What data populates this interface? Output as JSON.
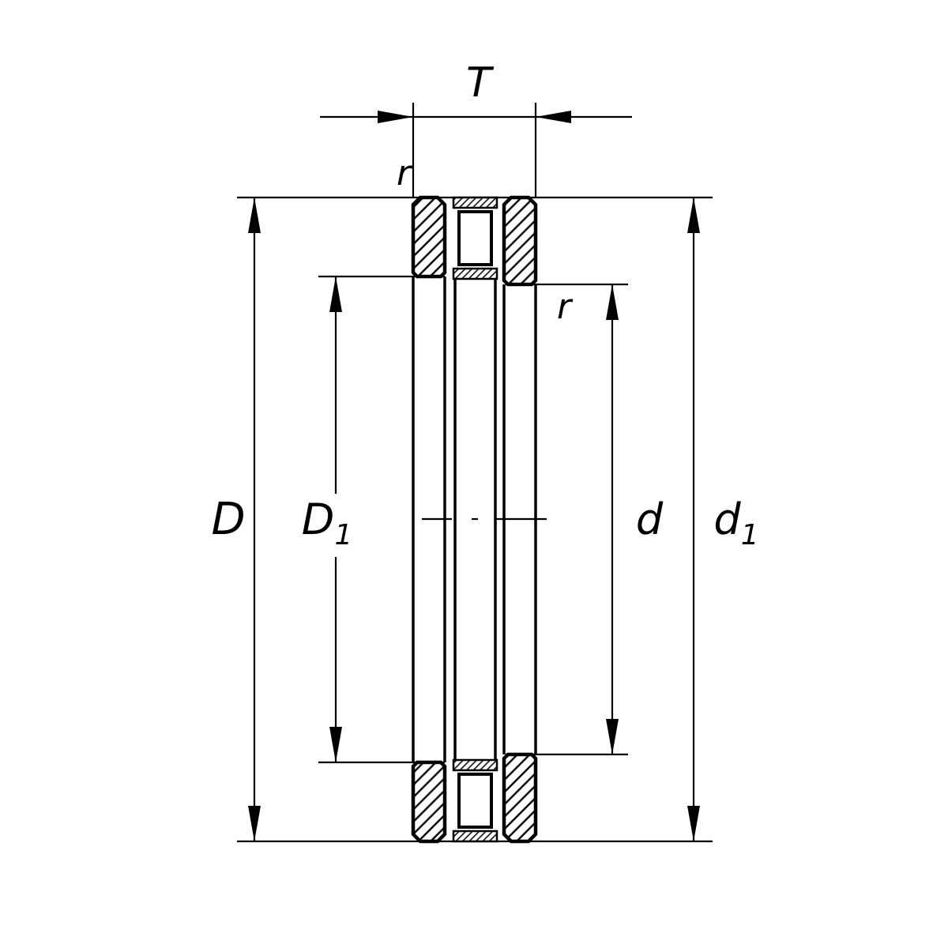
{
  "drawing": {
    "labels": {
      "width": "T",
      "corner_radius_top": "r",
      "corner_radius_right": "r",
      "outer_diameter": "D",
      "D1_base": "D",
      "D1_sub": "1",
      "bore_diameter": "d",
      "d1_base": "d",
      "d1_sub": "1"
    },
    "colors": {
      "line": "#000000",
      "background": "#ffffff"
    }
  }
}
